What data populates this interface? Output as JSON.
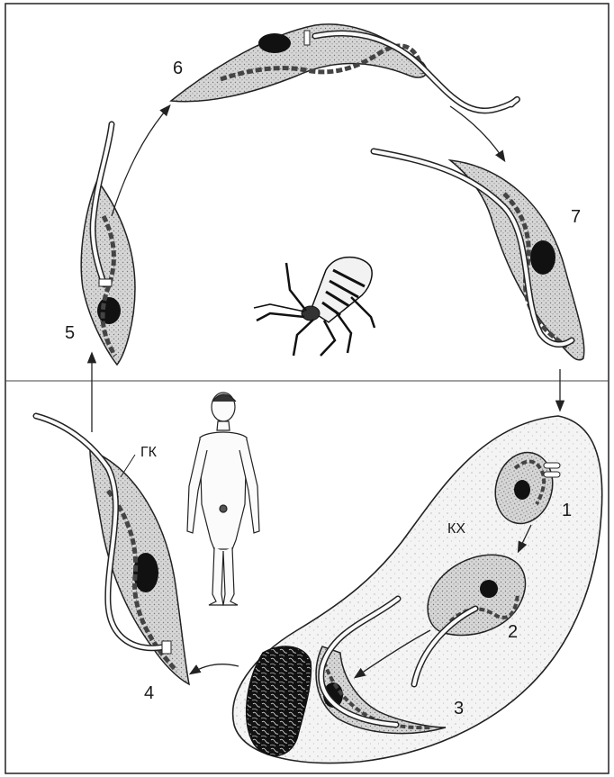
{
  "labels": {
    "stage_1": "1",
    "stage_2": "2",
    "stage_3": "3",
    "stage_4": "4",
    "stage_5": "5",
    "stage_6": "6",
    "stage_7": "7",
    "host_cell": "КХ",
    "flagellum_pocket": "ГК"
  },
  "colors": {
    "frame": "#222222",
    "cell_fill": "#d4d4d4",
    "nucleus": "#111111",
    "host_cell_fill": "#f1f1f1",
    "divider": "#444444"
  },
  "panels": [
    "vector-insect-stage",
    "human-host-stage"
  ],
  "icons": [
    "triatomine-bug-icon",
    "human-figure-icon"
  ]
}
